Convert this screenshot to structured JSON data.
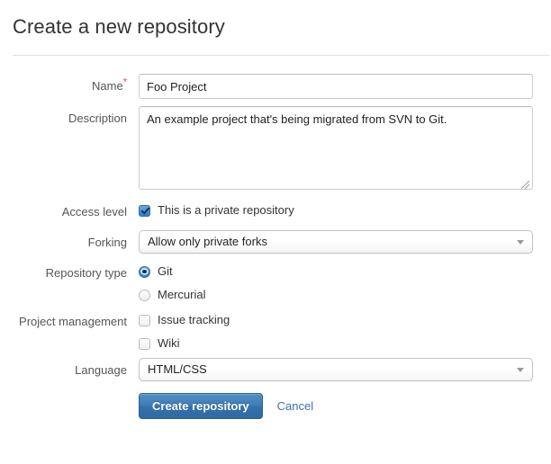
{
  "page": {
    "title": "Create a new repository"
  },
  "form": {
    "name": {
      "label": "Name",
      "required_mark": "*",
      "value": "Foo Project",
      "placeholder": ""
    },
    "description": {
      "label": "Description",
      "value": "An example project that's being migrated from SVN to Git.",
      "placeholder": ""
    },
    "access_level": {
      "label": "Access level",
      "checkbox_label": "This is a private repository",
      "checked": true
    },
    "forking": {
      "label": "Forking",
      "value": "Allow only private forks",
      "options": [
        "Allow only private forks"
      ]
    },
    "repository_type": {
      "label": "Repository type",
      "selected": "Git",
      "options": [
        {
          "label": "Git",
          "selected": true
        },
        {
          "label": "Mercurial",
          "selected": false
        }
      ]
    },
    "project_management": {
      "label": "Project management",
      "options": [
        {
          "label": "Issue tracking",
          "checked": false
        },
        {
          "label": "Wiki",
          "checked": false
        }
      ]
    },
    "language": {
      "label": "Language",
      "value": "HTML/CSS",
      "options": [
        "HTML/CSS"
      ]
    }
  },
  "actions": {
    "submit_label": "Create repository",
    "cancel_label": "Cancel"
  },
  "colors": {
    "primary_button": "#3572aa",
    "link": "#3b73af",
    "required_asterisk": "#d9483b",
    "label_text": "#555555",
    "control_accent": "#2f7fc9"
  }
}
